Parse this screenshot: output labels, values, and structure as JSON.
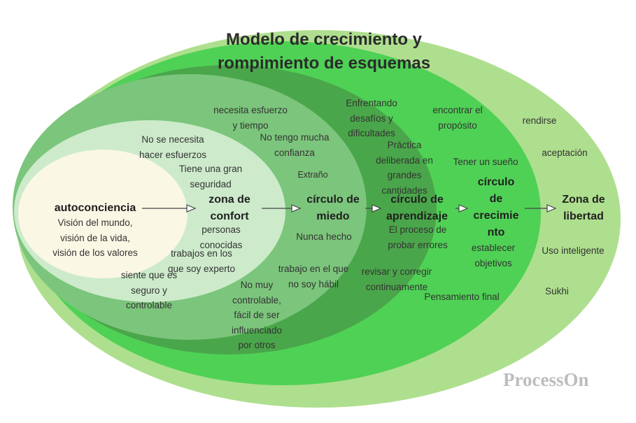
{
  "title": {
    "line1": "Modelo de crecimiento y",
    "line2": "rompimiento de esquemas"
  },
  "watermark": "ProcessOn",
  "colors": {
    "libertad": "#aedf8e",
    "crecimiento": "#4fd155",
    "aprendizaje": "#4aa64a",
    "miedo": "#7cc57c",
    "confort": "#cdebcb",
    "autoconciencia": "#fbf7e5",
    "arrow": "#444444"
  },
  "zones": {
    "autoconciencia": {
      "label": "autoconciencia",
      "notes": [
        "Visión del mundo,",
        "visión de la vida,",
        "visión de los valores"
      ]
    },
    "confort": {
      "label": [
        "zona de",
        "confort"
      ],
      "notes": {
        "n1": [
          "No se necesita",
          "hacer esfuerzos"
        ],
        "n2": [
          "Tiene una gran",
          "seguridad"
        ],
        "n3": [
          "personas",
          "conocidas"
        ],
        "n4": [
          "trabajos en los",
          "que soy experto"
        ],
        "n5": [
          "siente que es",
          "seguro y",
          "controlable"
        ]
      }
    },
    "miedo": {
      "label": [
        "círculo de",
        "miedo"
      ],
      "notes": {
        "n1": [
          "necesita esfuerzo",
          "y tiempo"
        ],
        "n2": [
          "No tengo mucha",
          "confianza"
        ],
        "n3": "Extraño",
        "n4": "Nunca hecho",
        "n5": [
          "trabajo en el que",
          "no soy hábil"
        ],
        "n6": [
          "No muy",
          "controlable,",
          "fácil de ser",
          "influenciado",
          "por otros"
        ]
      }
    },
    "aprendizaje": {
      "label": [
        "círculo de",
        "aprendizaje"
      ],
      "notes": {
        "n1": [
          "Enfrentando",
          "desafíos y",
          "dificultades"
        ],
        "n2": [
          "Práctica",
          "deliberada en",
          "grandes",
          "cantidades"
        ],
        "n3": [
          "El proceso de",
          "probar errores"
        ],
        "n4": [
          "revisar y corregir",
          "continuamente"
        ]
      }
    },
    "crecimiento": {
      "label": [
        "círculo",
        "de",
        "crecimie",
        "nto"
      ],
      "notes": {
        "n1": [
          "encontrar el",
          "propósito"
        ],
        "n2": "Tener un sueño",
        "n3": [
          "establecer",
          "objetivos"
        ],
        "n4": "Pensamiento final"
      }
    },
    "libertad": {
      "label": [
        "Zona de",
        "libertad"
      ],
      "notes": {
        "n1": "rendirse",
        "n2": "aceptación",
        "n3": "Uso inteligente",
        "n4": "Sukhi"
      }
    }
  }
}
